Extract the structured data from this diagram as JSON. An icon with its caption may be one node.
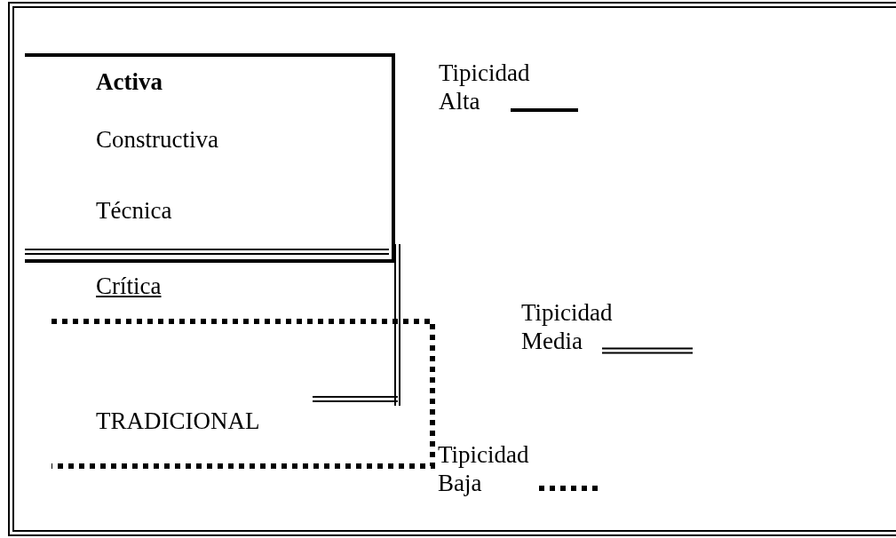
{
  "diagram": {
    "nodes": [
      {
        "text": [
          "Activa",
          "Constructiva",
          "Técnica"
        ]
      },
      {
        "text": [
          "Crítica"
        ]
      },
      {
        "text": [
          "TRADICIONAL"
        ]
      }
    ],
    "edges": [],
    "legend": [
      {
        "text": "Tipicidad Alta"
      },
      {
        "text": "Tipicidad Media"
      },
      {
        "text": "Tipicidad Baja"
      }
    ]
  }
}
